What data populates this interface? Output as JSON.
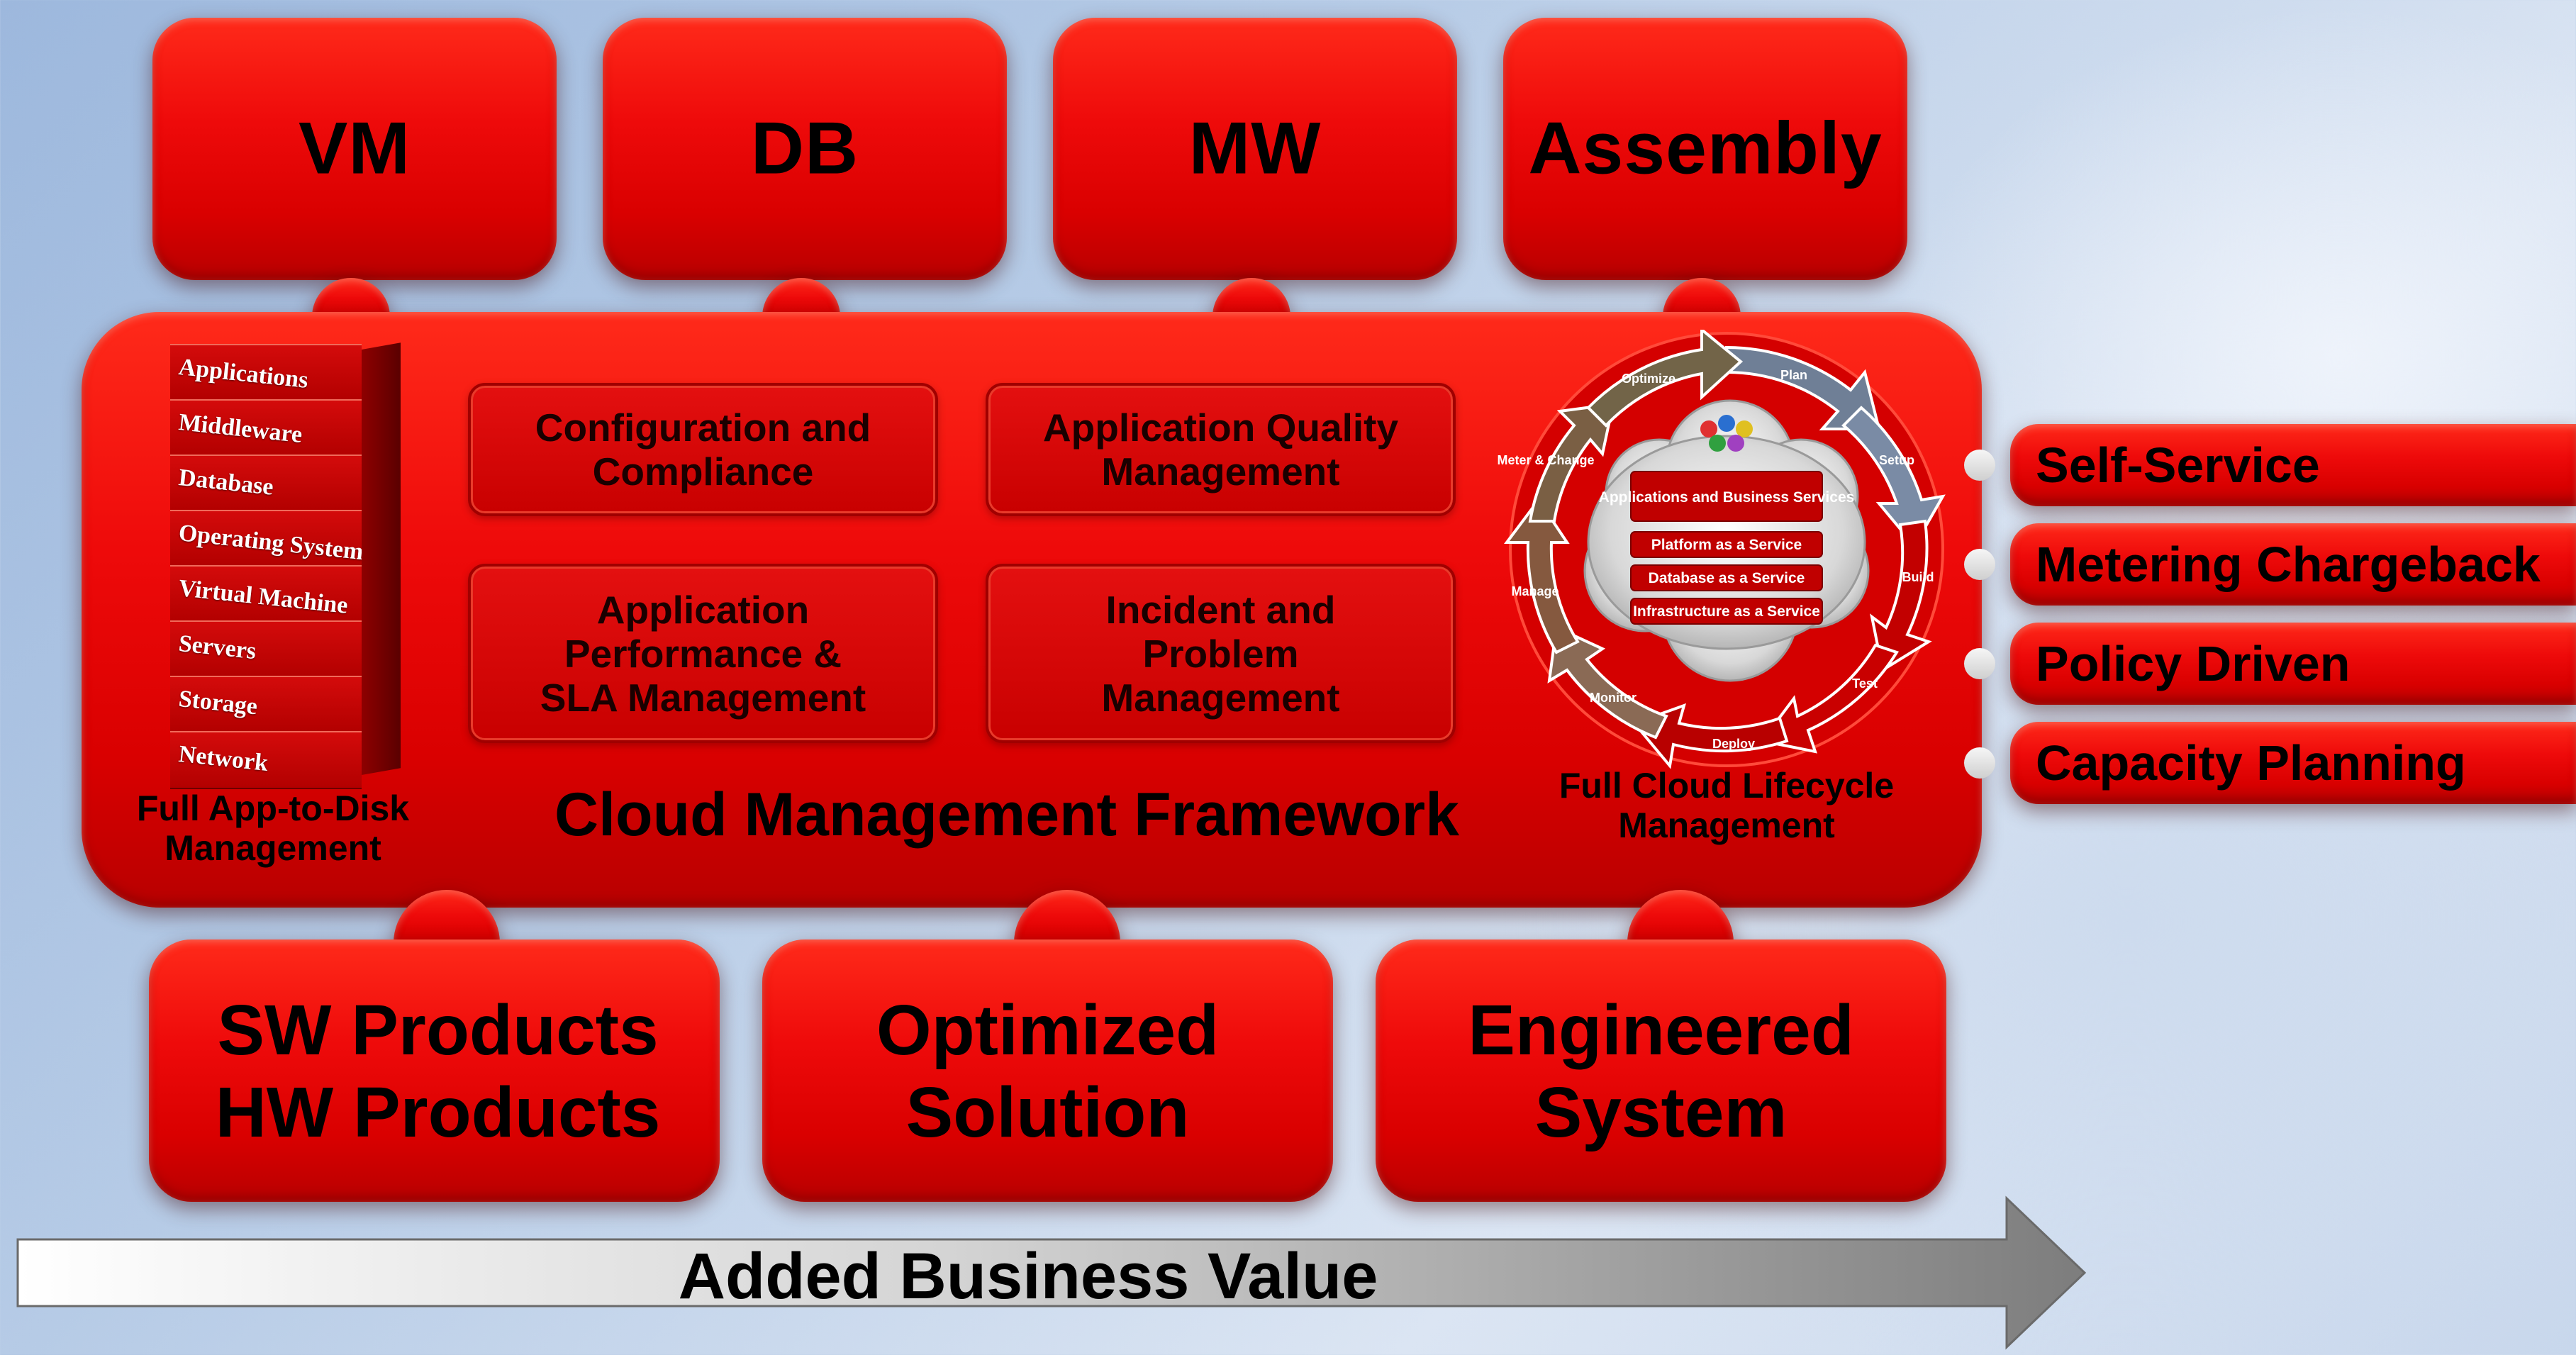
{
  "top_modules": [
    {
      "label": "VM"
    },
    {
      "label": "DB"
    },
    {
      "label": "MW"
    },
    {
      "label": "Assembly"
    }
  ],
  "framework": {
    "title": "Cloud Management Framework",
    "stack": {
      "layers": [
        "Applications",
        "Middleware",
        "Database",
        "Operating System",
        "Virtual Machine",
        "Servers",
        "Storage",
        "Network"
      ],
      "caption_line1": "Full App-to-Disk",
      "caption_line2": "Management"
    },
    "boxes": [
      {
        "line1": "Configuration and",
        "line2": "Compliance",
        "line3": ""
      },
      {
        "line1": "Application Quality",
        "line2": "Management",
        "line3": ""
      },
      {
        "line1": "Application",
        "line2": "Performance &",
        "line3": "SLA Management"
      },
      {
        "line1": "Incident and",
        "line2": "Problem",
        "line3": "Management"
      }
    ],
    "lifecycle": {
      "caption_line1": "Full Cloud Lifecycle",
      "caption_line2": "Management",
      "stages": [
        "Plan",
        "Setup",
        "Build",
        "Test",
        "Deploy",
        "Monitor",
        "Manage",
        "Meter & Change",
        "Optimize"
      ],
      "services": [
        "Applications and Business Services",
        "Platform as a Service",
        "Database as a Service",
        "Infrastructure as a Service"
      ]
    }
  },
  "side_tabs": [
    {
      "label": "Self-Service"
    },
    {
      "label": "Metering Chargeback"
    },
    {
      "label": "Policy Driven"
    },
    {
      "label": "Capacity Planning"
    }
  ],
  "bottom_modules": [
    {
      "line1": "SW Products",
      "line2": "HW Products"
    },
    {
      "line1": "Optimized",
      "line2": "Solution"
    },
    {
      "line1": "Engineered",
      "line2": "System"
    }
  ],
  "arrow": {
    "label": "Added Business Value"
  },
  "colors": {
    "primary_red": "#e60000",
    "dark_red": "#b80000",
    "arrow_grey": "#8c8c8c"
  }
}
